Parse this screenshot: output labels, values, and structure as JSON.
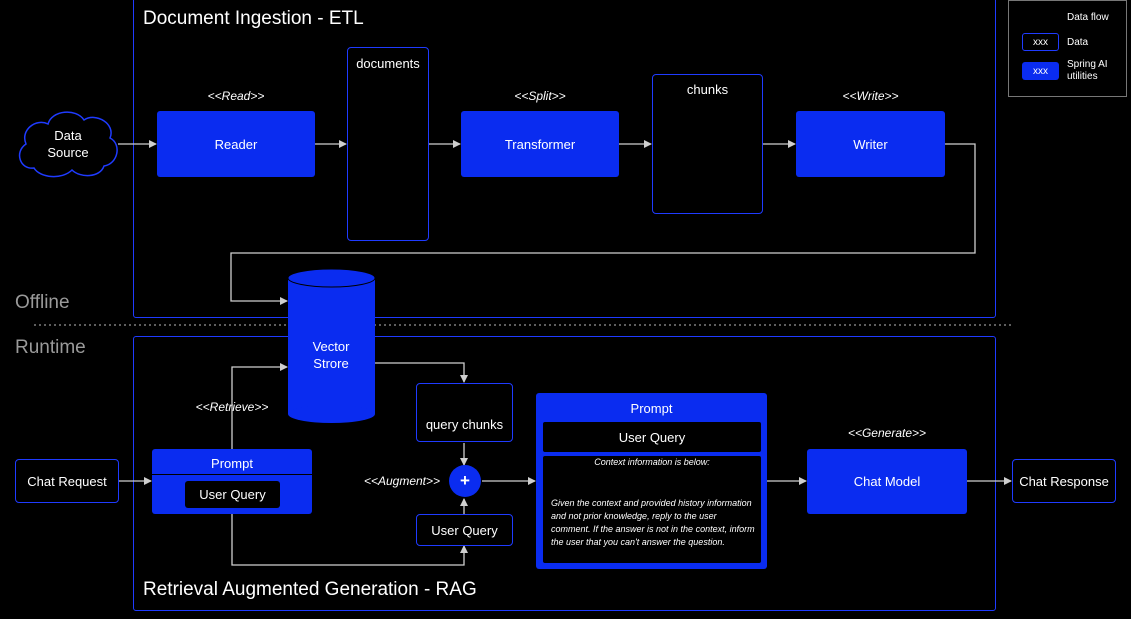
{
  "etl": {
    "title": "Document Ingestion - ETL",
    "data_source": "Data Source",
    "read_stereotype": "<<Read>>",
    "reader": "Reader",
    "documents": "documents",
    "split_stereotype": "<<Split>>",
    "transformer": "Transformer",
    "chunks": "chunks",
    "write_stereotype": "<<Write>>",
    "writer": "Writer"
  },
  "sections": {
    "offline": "Offline",
    "runtime": "Runtime"
  },
  "vector_store": "Vector Strore",
  "rag": {
    "title": "Retrieval Augmented Generation - RAG",
    "chat_request": "Chat Request",
    "retrieve_stereotype": "<<Retrieve>>",
    "prompt": "Prompt",
    "user_query": "User Query",
    "query_chunks": "query chunks",
    "augment_stereotype": "<<Augment>>",
    "plus": "+",
    "user_query_2": "User Query",
    "prompt_big": "Prompt",
    "user_query_big": "User Query",
    "context_header": "Context information is below:",
    "instructions": "Given the context and provided history information and not prior knowledge, reply to the user comment. If the answer is not in the context, inform the user that you can't answer the question.",
    "generate_stereotype": "<<Generate>>",
    "chat_model": "Chat Model",
    "chat_response": "Chat Response"
  },
  "legend": {
    "data_flow": "Data flow",
    "data_sample": "xxx",
    "data": "Data",
    "spring_sample": "xxx",
    "spring": "Spring AI utilities"
  },
  "colors": {
    "accent": "#0a2cf0",
    "border": "#1f3bff",
    "arrow": "#cfcfcf",
    "muted": "#9a9a9a"
  }
}
